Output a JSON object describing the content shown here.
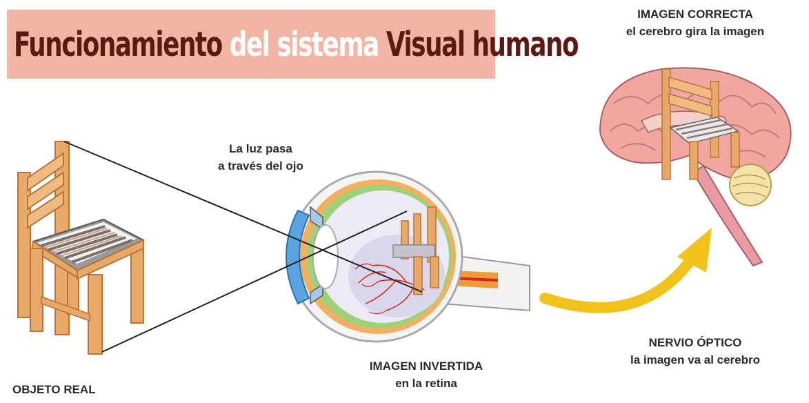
{
  "title": {
    "part1": "Funcionamiento ",
    "part2": "del sistema",
    "part3": " Visual humano"
  },
  "labels": {
    "light": {
      "line1": "La luz pasa",
      "line2": "a través del ojo"
    },
    "correct": {
      "line1": "IMAGEN CORRECTA",
      "line2": "el cerebro gira la imagen"
    },
    "real_object": "OBJETO REAL",
    "inverted": {
      "line1": "IMAGEN INVERTIDA",
      "line2": "en la retina"
    },
    "optic_nerve": {
      "line1": "NERVIO ÓPTICO",
      "line2": "la imagen va al cerebro"
    }
  },
  "colors": {
    "wood": "#e8a868",
    "wood_dark": "#b8733a",
    "banner": "#f2b5a5",
    "arrow": "#f1c21b",
    "eye_white": "#eceaf5",
    "brain": "#f2a6a0"
  }
}
